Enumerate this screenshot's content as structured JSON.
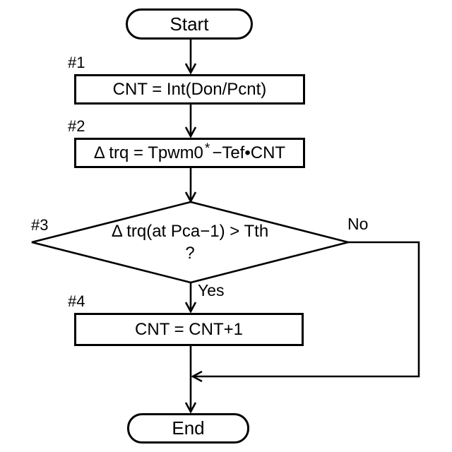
{
  "flowchart": {
    "start_label": "Start",
    "end_label": "End",
    "steps": {
      "s1": {
        "label": "#1",
        "text": "CNT = Int(Don/Pcnt)"
      },
      "s2": {
        "label": "#2",
        "text_base": "Δ trq = Tpwm0",
        "text_sup": "*",
        "text_rest": "−Tef•CNT"
      },
      "s3": {
        "label": "#3",
        "condition_line1": "Δ trq(at Pca−1) > Tth",
        "condition_line2": "?"
      },
      "s4": {
        "label": "#4",
        "text": "CNT = CNT+1"
      }
    },
    "branches": {
      "yes": "Yes",
      "no": "No"
    },
    "colors": {
      "line": "#000000",
      "fill": "#ffffff",
      "text": "#000000"
    }
  }
}
